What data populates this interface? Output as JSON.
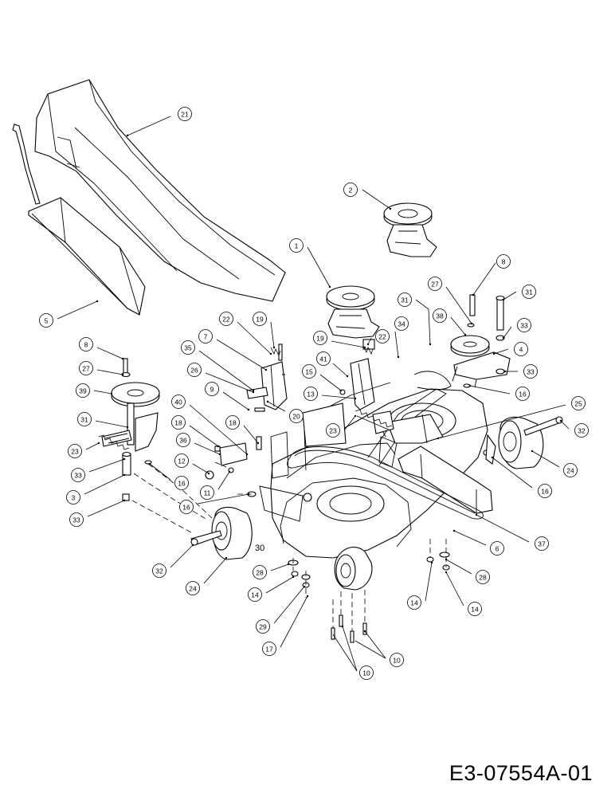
{
  "diagram": {
    "drawing_code": "E3-07554A-01",
    "callouts": [
      {
        "key": "c21",
        "label": "21"
      },
      {
        "key": "c2",
        "label": "2"
      },
      {
        "key": "c1",
        "label": "1"
      },
      {
        "key": "c8a",
        "label": "8"
      },
      {
        "key": "c27a",
        "label": "27"
      },
      {
        "key": "c31a",
        "label": "31"
      },
      {
        "key": "c31b",
        "label": "31"
      },
      {
        "key": "c38",
        "label": "38"
      },
      {
        "key": "c33a",
        "label": "33"
      },
      {
        "key": "c34",
        "label": "34"
      },
      {
        "key": "c4",
        "label": "4"
      },
      {
        "key": "c33b",
        "label": "33"
      },
      {
        "key": "c19a",
        "label": "19"
      },
      {
        "key": "c22a",
        "label": "22"
      },
      {
        "key": "c19b",
        "label": "19"
      },
      {
        "key": "c22b",
        "label": "22"
      },
      {
        "key": "c41",
        "label": "41"
      },
      {
        "key": "c16a",
        "label": "16"
      },
      {
        "key": "c25",
        "label": "25"
      },
      {
        "key": "c32a",
        "label": "32"
      },
      {
        "key": "c5",
        "label": "5"
      },
      {
        "key": "c8b",
        "label": "8"
      },
      {
        "key": "c7",
        "label": "7"
      },
      {
        "key": "c35",
        "label": "35"
      },
      {
        "key": "c15",
        "label": "15"
      },
      {
        "key": "c27b",
        "label": "27"
      },
      {
        "key": "c26",
        "label": "26"
      },
      {
        "key": "c13",
        "label": "13"
      },
      {
        "key": "c39",
        "label": "39"
      },
      {
        "key": "c9",
        "label": "9"
      },
      {
        "key": "c40",
        "label": "40"
      },
      {
        "key": "c20",
        "label": "20"
      },
      {
        "key": "c23a",
        "label": "23"
      },
      {
        "key": "c31c",
        "label": "31"
      },
      {
        "key": "c18a",
        "label": "18"
      },
      {
        "key": "c18b",
        "label": "18"
      },
      {
        "key": "c24a",
        "label": "24"
      },
      {
        "key": "c23b",
        "label": "23"
      },
      {
        "key": "c36",
        "label": "36"
      },
      {
        "key": "c12",
        "label": "12"
      },
      {
        "key": "c16b",
        "label": "16"
      },
      {
        "key": "c33c",
        "label": "33"
      },
      {
        "key": "c16c",
        "label": "16"
      },
      {
        "key": "c3",
        "label": "3"
      },
      {
        "key": "c11",
        "label": "11"
      },
      {
        "key": "c16d",
        "label": "16"
      },
      {
        "key": "c33d",
        "label": "33"
      },
      {
        "key": "c37",
        "label": "37"
      },
      {
        "key": "c6",
        "label": "6"
      },
      {
        "key": "c32b",
        "label": "32"
      },
      {
        "key": "c24b",
        "label": "24"
      },
      {
        "key": "c28a",
        "label": "28"
      },
      {
        "key": "c28b",
        "label": "28"
      },
      {
        "key": "c14a",
        "label": "14"
      },
      {
        "key": "c14b",
        "label": "14"
      },
      {
        "key": "c14c",
        "label": "14"
      },
      {
        "key": "c29",
        "label": "29"
      },
      {
        "key": "c17",
        "label": "17"
      },
      {
        "key": "c10a",
        "label": "10"
      },
      {
        "key": "c10b",
        "label": "10"
      }
    ],
    "inline_labels": [
      {
        "key": "t30",
        "label": "30"
      }
    ]
  }
}
